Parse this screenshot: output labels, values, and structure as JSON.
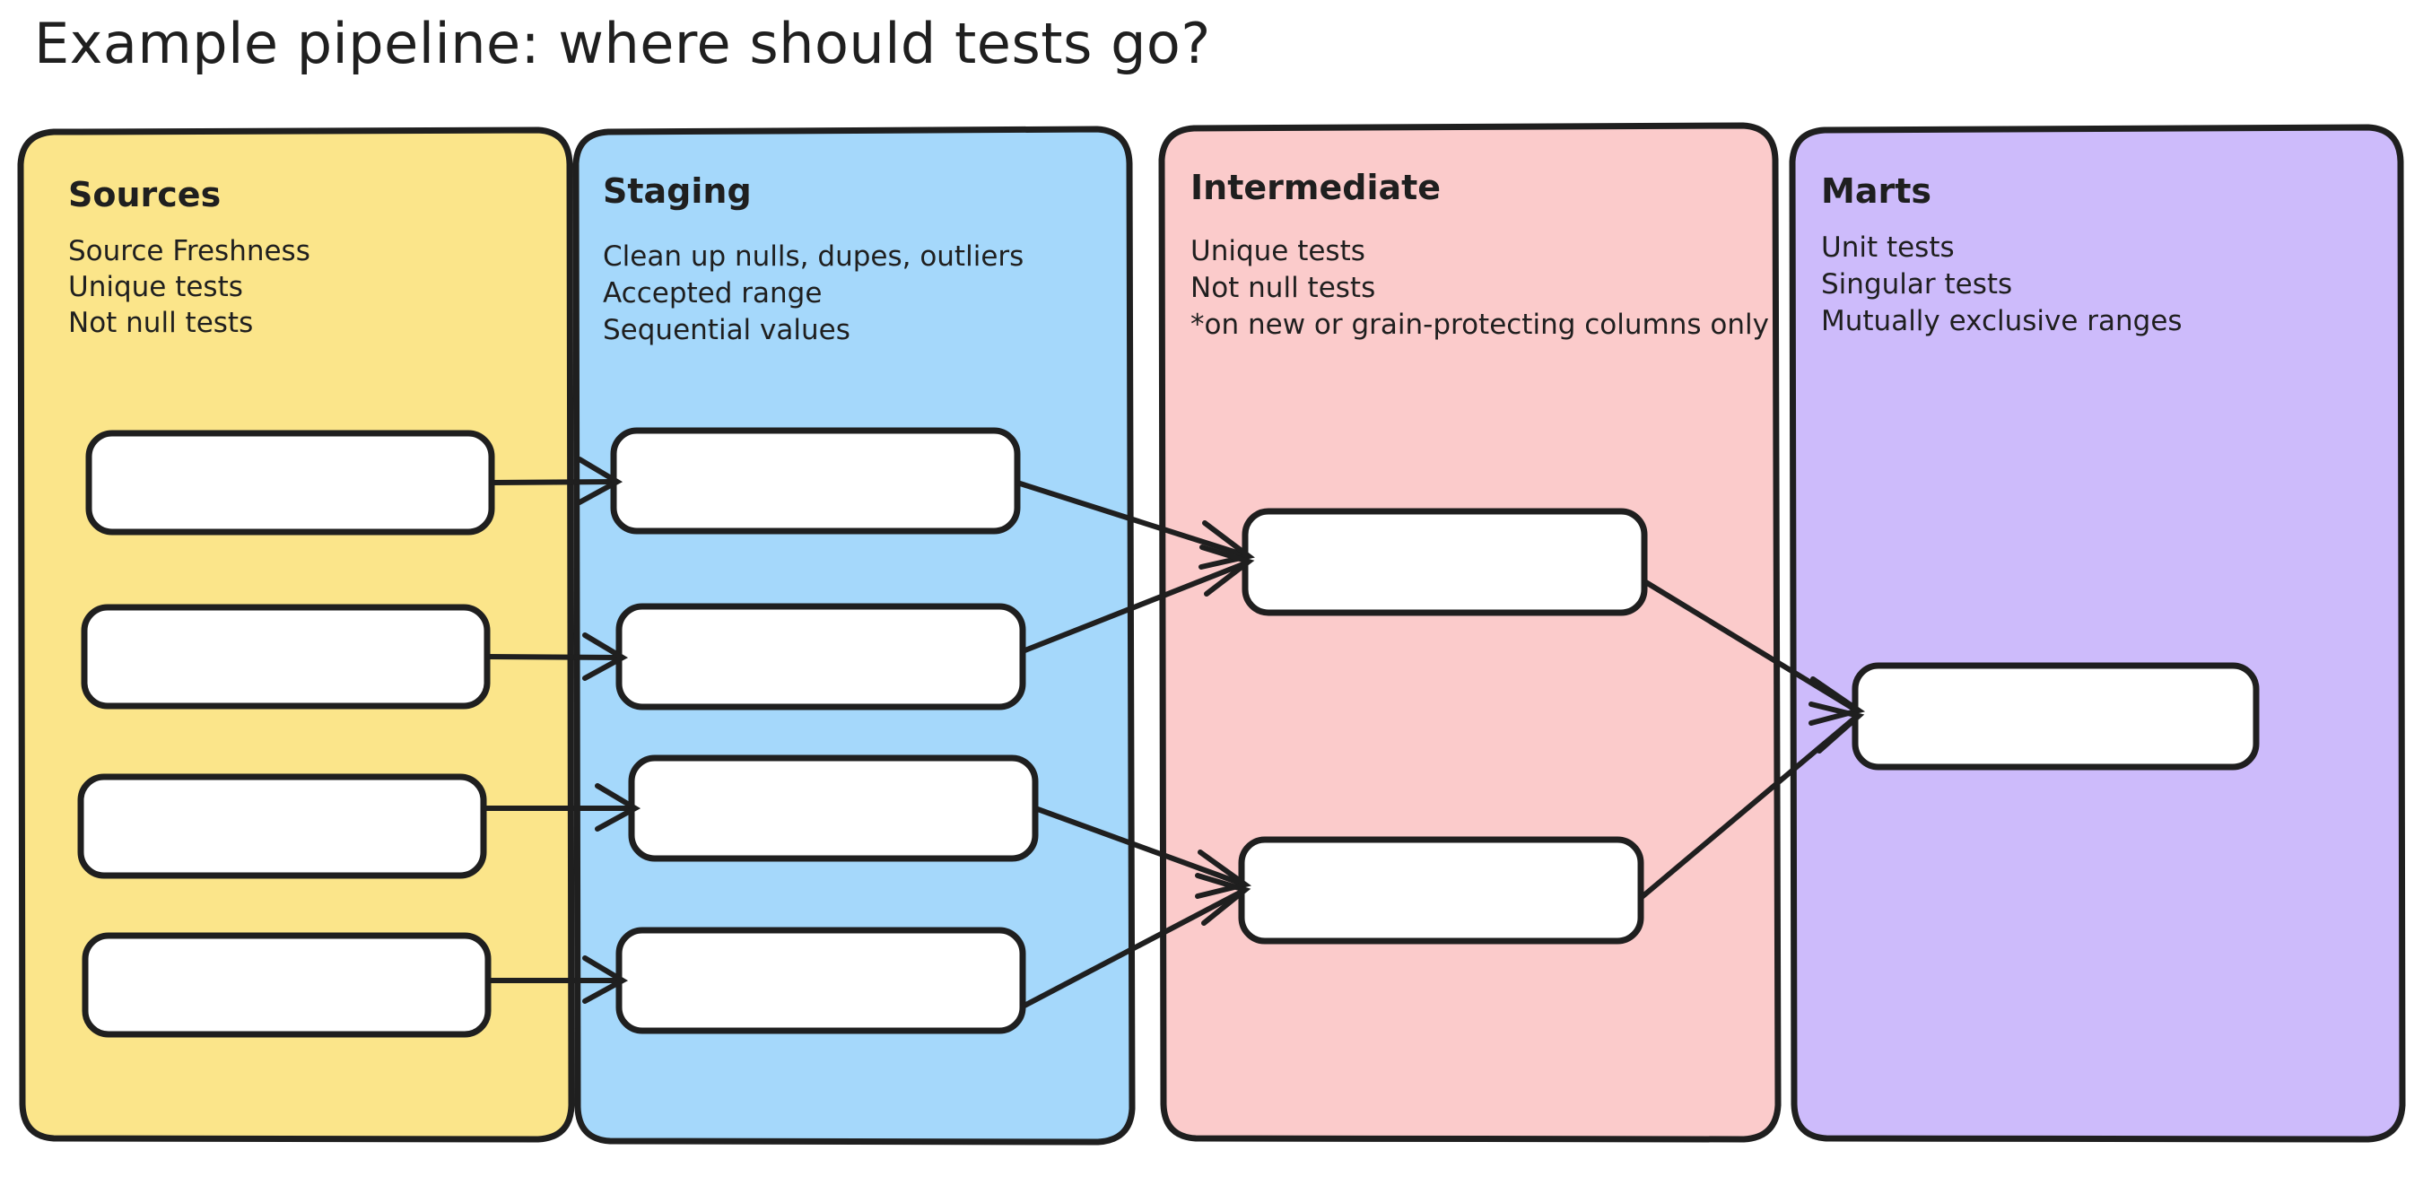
{
  "page": {
    "title": "Example pipeline: where should tests go?",
    "background": "#ffffff",
    "ink": "#1f1f1f"
  },
  "lanes": [
    {
      "id": "sources",
      "title": "Sources",
      "color": "#fbe58a",
      "lines": [
        "Source Freshness",
        "Unique tests",
        "Not null tests"
      ],
      "nodes": [
        {
          "id": "src-1",
          "label": ""
        },
        {
          "id": "src-2",
          "label": ""
        },
        {
          "id": "src-3",
          "label": ""
        },
        {
          "id": "src-4",
          "label": ""
        }
      ]
    },
    {
      "id": "staging",
      "title": "Staging",
      "color": "#a5d8fb",
      "lines": [
        "Clean up nulls, dupes, outliers",
        "Accepted range",
        "Sequential values"
      ],
      "nodes": [
        {
          "id": "stg-1",
          "label": ""
        },
        {
          "id": "stg-2",
          "label": ""
        },
        {
          "id": "stg-3",
          "label": ""
        },
        {
          "id": "stg-4",
          "label": ""
        }
      ]
    },
    {
      "id": "intermediate",
      "title": "Intermediate",
      "color": "#fbcbcb",
      "lines": [
        "Unique tests",
        "Not null tests",
        "*on new or grain-protecting columns only"
      ],
      "nodes": [
        {
          "id": "int-1",
          "label": ""
        },
        {
          "id": "int-2",
          "label": ""
        }
      ]
    },
    {
      "id": "marts",
      "title": "Marts",
      "color": "#cdbbfb",
      "lines": [
        "Unit tests",
        "Singular tests",
        "Mutually exclusive ranges"
      ],
      "nodes": [
        {
          "id": "mart-1",
          "label": ""
        }
      ]
    }
  ],
  "edges": [
    {
      "from": "src-1",
      "to": "stg-1"
    },
    {
      "from": "src-2",
      "to": "stg-2"
    },
    {
      "from": "src-3",
      "to": "stg-3"
    },
    {
      "from": "src-4",
      "to": "stg-4"
    },
    {
      "from": "stg-1",
      "to": "int-1"
    },
    {
      "from": "stg-2",
      "to": "int-1"
    },
    {
      "from": "stg-3",
      "to": "int-2"
    },
    {
      "from": "stg-4",
      "to": "int-2"
    },
    {
      "from": "int-1",
      "to": "mart-1"
    },
    {
      "from": "int-2",
      "to": "mart-1"
    }
  ]
}
